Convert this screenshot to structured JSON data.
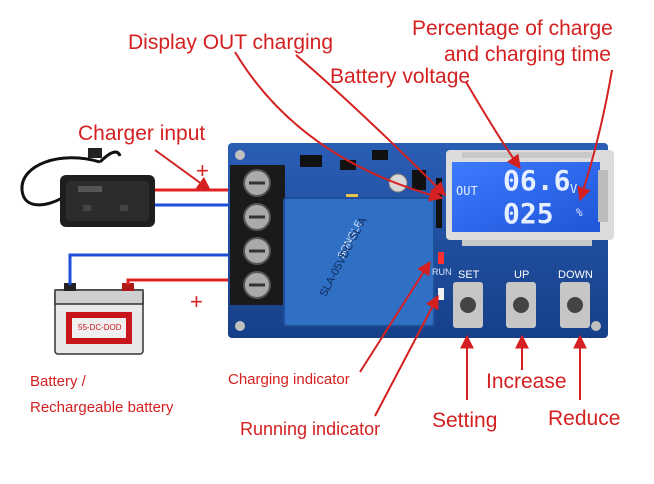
{
  "labels": {
    "display_out": "Display OUT charging",
    "percent_line1": "Percentage of charge",
    "percent_line2": "and charging time",
    "battery_voltage": "Battery voltage",
    "charger_input": "Charger input",
    "battery_line1": "Battery /",
    "battery_line2": "Rechargeable battery",
    "charging_indicator": "Charging indicator",
    "running_indicator": "Running indicator",
    "setting": "Setting",
    "increase": "Increase",
    "reduce": "Reduce"
  },
  "terminals": {
    "plus_top": "+",
    "minus_1": "-",
    "minus_2": "-",
    "plus_bottom": "+"
  },
  "lcd": {
    "out": "OUT",
    "voltage": "06.6",
    "voltage_unit": "V",
    "percent": "025",
    "percent_unit": "%"
  },
  "buttons": {
    "set": "SET",
    "up": "UP",
    "down": "DOWN"
  },
  "relay": {
    "brand": "SONGLE",
    "model": "SLA-05VDC-SL-A"
  },
  "board_silk": {
    "run": "RUN"
  },
  "battery_sticker": "55-DC-DOD",
  "colors": {
    "annotation": "#d42020",
    "pcb": "#1d4fa0",
    "relay": "#2f6fc4",
    "lcd": "#2a6cff",
    "wire_red": "#e02020",
    "wire_blue": "#1e4fd8"
  }
}
